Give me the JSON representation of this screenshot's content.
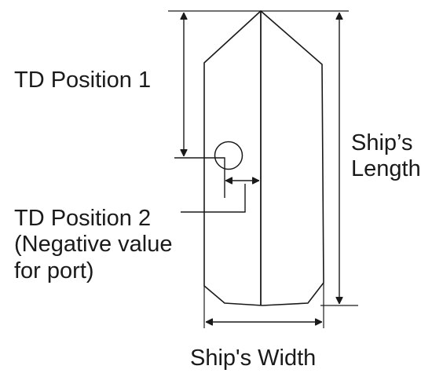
{
  "diagram": {
    "td_position_1": "TD Position 1",
    "td_position_2": [
      "TD Position 2",
      "(Negative value",
      "for port)"
    ],
    "ships_length": [
      "Ship’s",
      "Length"
    ],
    "ships_width": "Ship's Width"
  }
}
